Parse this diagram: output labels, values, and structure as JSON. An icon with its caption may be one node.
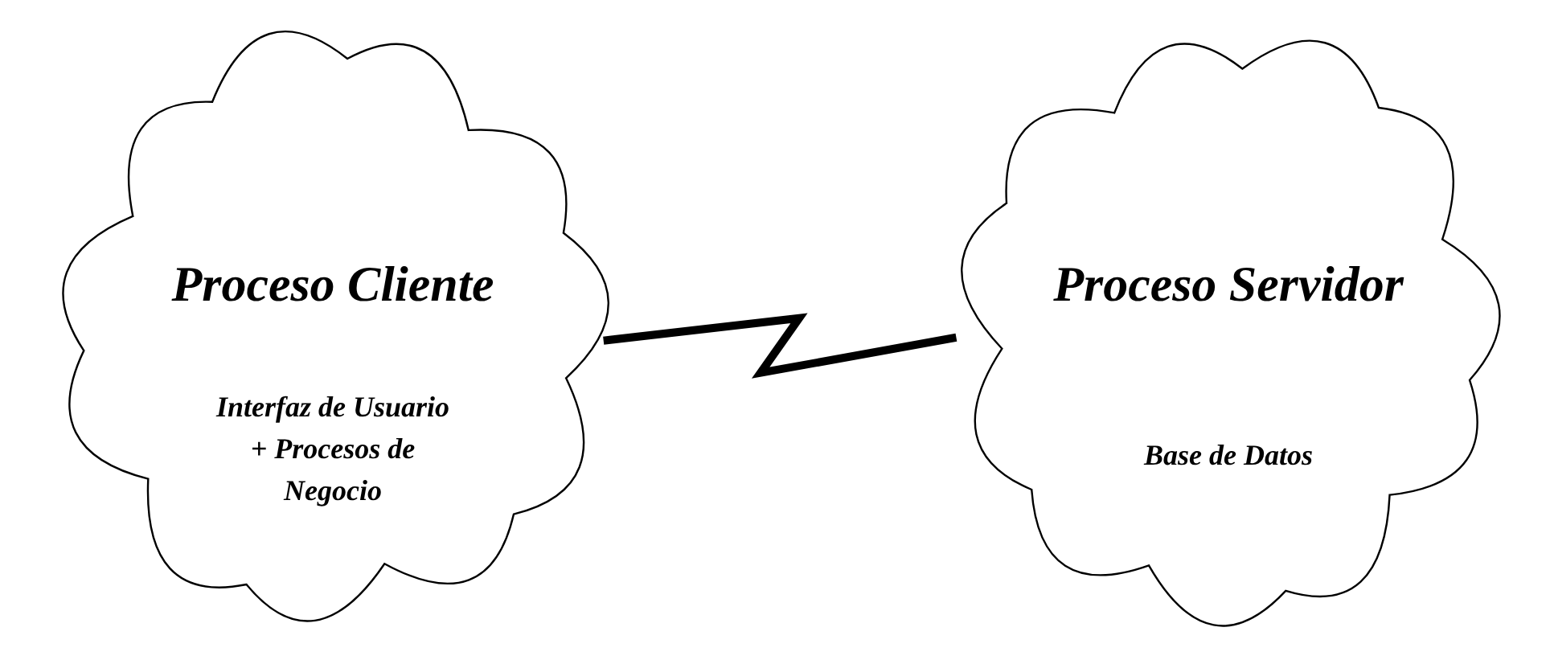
{
  "diagram": {
    "nodes": [
      {
        "text": [
          "Proceso Cliente",
          "Interfaz de Usuario + Procesos de Negocio"
        ]
      },
      {
        "text": [
          "Proceso Servidor",
          "Base de Datos"
        ]
      }
    ],
    "edges": [
      {
        "from": 0,
        "to": 1,
        "arrow": "none"
      }
    ]
  }
}
